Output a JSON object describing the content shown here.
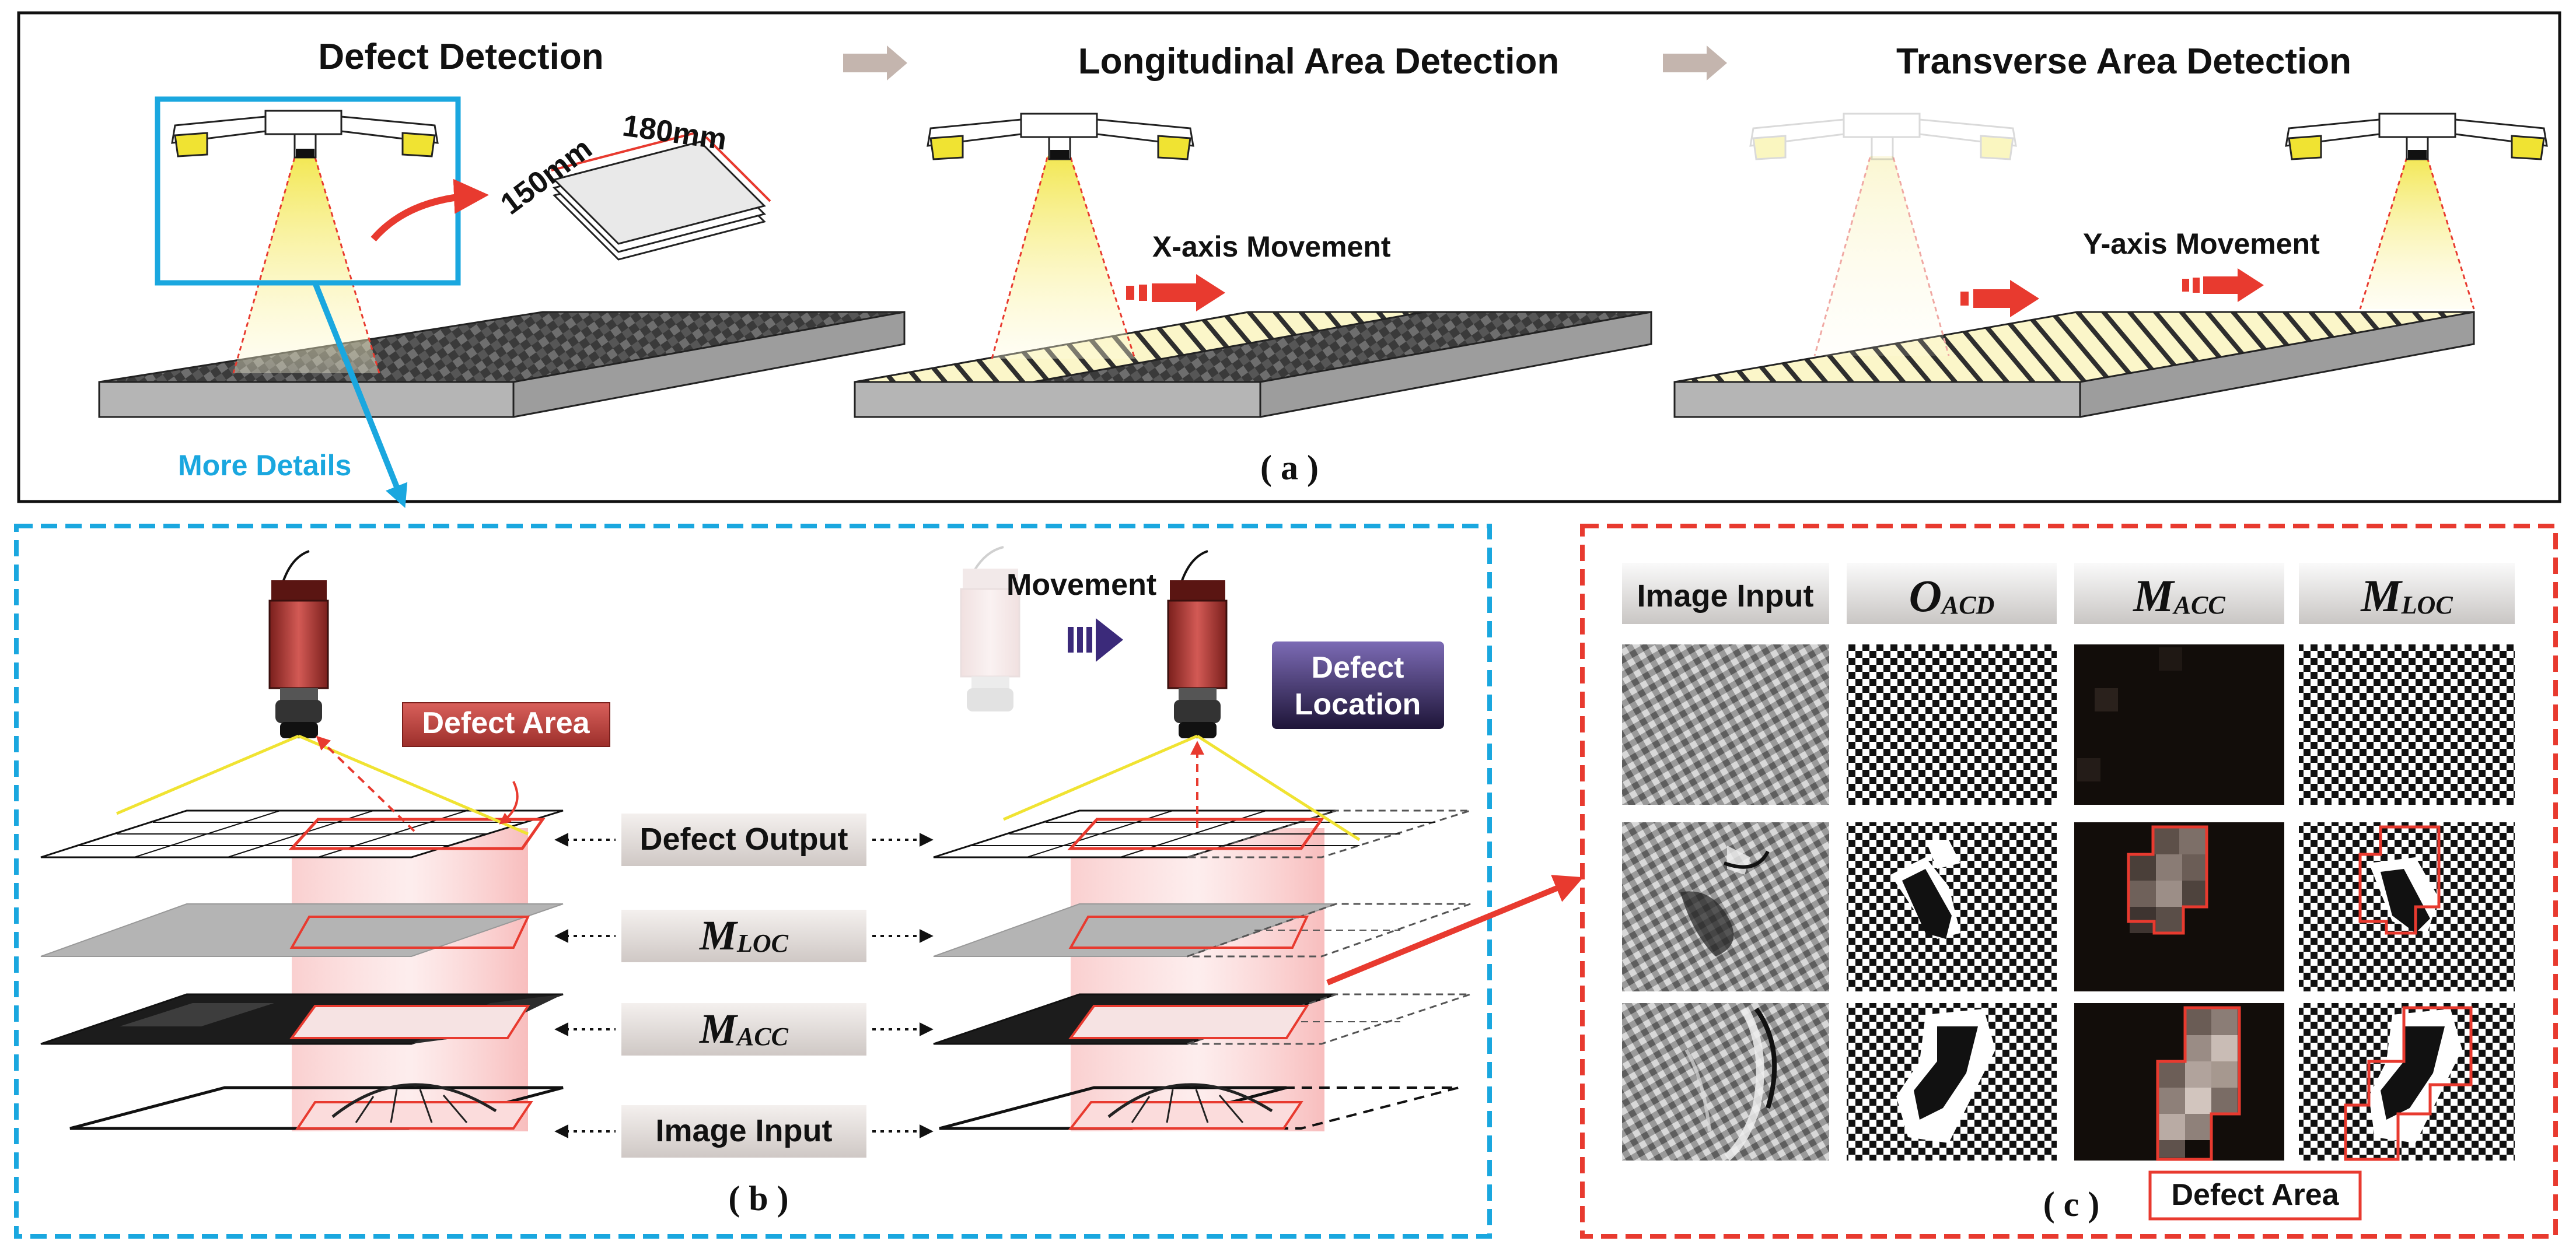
{
  "panel_a": {
    "stage1_title": "Defect Detection",
    "stage2_title": "Longitudinal Area Detection",
    "stage3_title": "Transverse Area Detection",
    "dim_width": "150mm",
    "dim_length": "180mm",
    "x_move": "X-axis Movement",
    "y_move": "Y-axis Movement",
    "more_details": "More Details",
    "caption": "( a )"
  },
  "panel_b": {
    "defect_area": "Defect Area",
    "movement": "Movement",
    "defect_location": [
      "Defect",
      "Location"
    ],
    "layers": [
      {
        "main": "Defect Output",
        "sub": ""
      },
      {
        "main": "M",
        "sub": "LOC"
      },
      {
        "main": "M",
        "sub": "ACC"
      },
      {
        "main": "Image Input",
        "sub": ""
      }
    ],
    "caption": "( b )"
  },
  "panel_c": {
    "headers": [
      {
        "main": "Image Input",
        "sub": ""
      },
      {
        "main": "O",
        "sub": "ACD"
      },
      {
        "main": "M",
        "sub": "ACC"
      },
      {
        "main": "M",
        "sub": "LOC"
      }
    ],
    "defect_area": "Defect Area",
    "caption": "( c )"
  },
  "colors": {
    "blue": "#1aa7df",
    "red": "#e83a2f",
    "yellow": "#f2e64a",
    "camera_red": "#b53a36",
    "purple": "#3b2a7a"
  }
}
